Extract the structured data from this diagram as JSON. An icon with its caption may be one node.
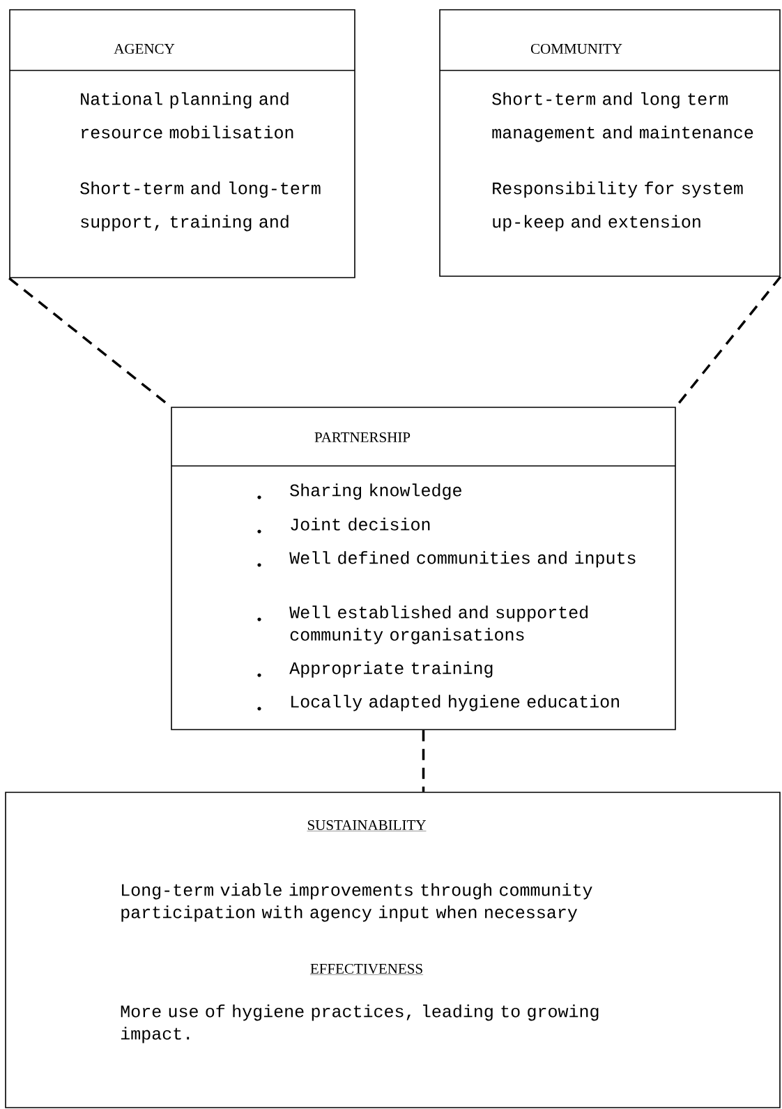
{
  "diagram": {
    "nodes": [
      {
        "text": [
          "AGENCY",
          "National planning and resource mobilisation",
          "Short-term and long-term support, training and"
        ]
      },
      {
        "text": [
          "COMMUNITY",
          "Short-term and long term management and maintenance",
          "Responsibility for system up-keep and extension"
        ]
      },
      {
        "text": [
          "PARTNERSHIP",
          "Sharing knowledge",
          "Joint decision",
          "Well defined communities and inputs",
          "Well established and supported community organisations",
          "Appropriate training",
          "Locally adapted hygiene education"
        ]
      },
      {
        "text": [
          "SUSTAINABILITY",
          "Long-term viable improvements through community participation with agency input when necessary",
          "EFFECTIVENESS",
          "More use of hygiene practices, leading to growing impact."
        ]
      }
    ],
    "edges": [
      {
        "from": 0,
        "to": 2,
        "arrow": "none",
        "style": "dashed"
      },
      {
        "from": 1,
        "to": 2,
        "arrow": "none",
        "style": "dashed"
      },
      {
        "from": 2,
        "to": 3,
        "arrow": "none",
        "style": "dashed"
      }
    ]
  }
}
